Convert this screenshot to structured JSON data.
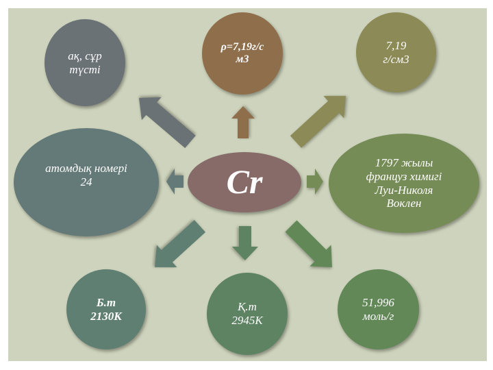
{
  "center": {
    "label": "Cr",
    "color": "#866b68"
  },
  "nodes": [
    {
      "id": "color",
      "label": "ақ, сұр\nтүсті",
      "color": "#6b7276"
    },
    {
      "id": "density-rho",
      "label": "ρ=7,19г/с\nм3",
      "color": "#8f6e4b"
    },
    {
      "id": "density",
      "label": "7,19\nг/см3",
      "color": "#8c8a56"
    },
    {
      "id": "atomic-number",
      "label": "атомдық номері\n24",
      "color": "#647a78"
    },
    {
      "id": "discovery",
      "label": "1797 жылы\nфранцуз химигі\nЛуи-Николя\nВоклен",
      "color": "#768c57"
    },
    {
      "id": "melting-point",
      "label": "Б.т\n2130К",
      "color": "#5f7f73"
    },
    {
      "id": "boiling-point",
      "label": "Қ.т\n2945К",
      "color": "#5d8363"
    },
    {
      "id": "molar-mass",
      "label": "51,996\nмоль/г",
      "color": "#628858"
    }
  ]
}
